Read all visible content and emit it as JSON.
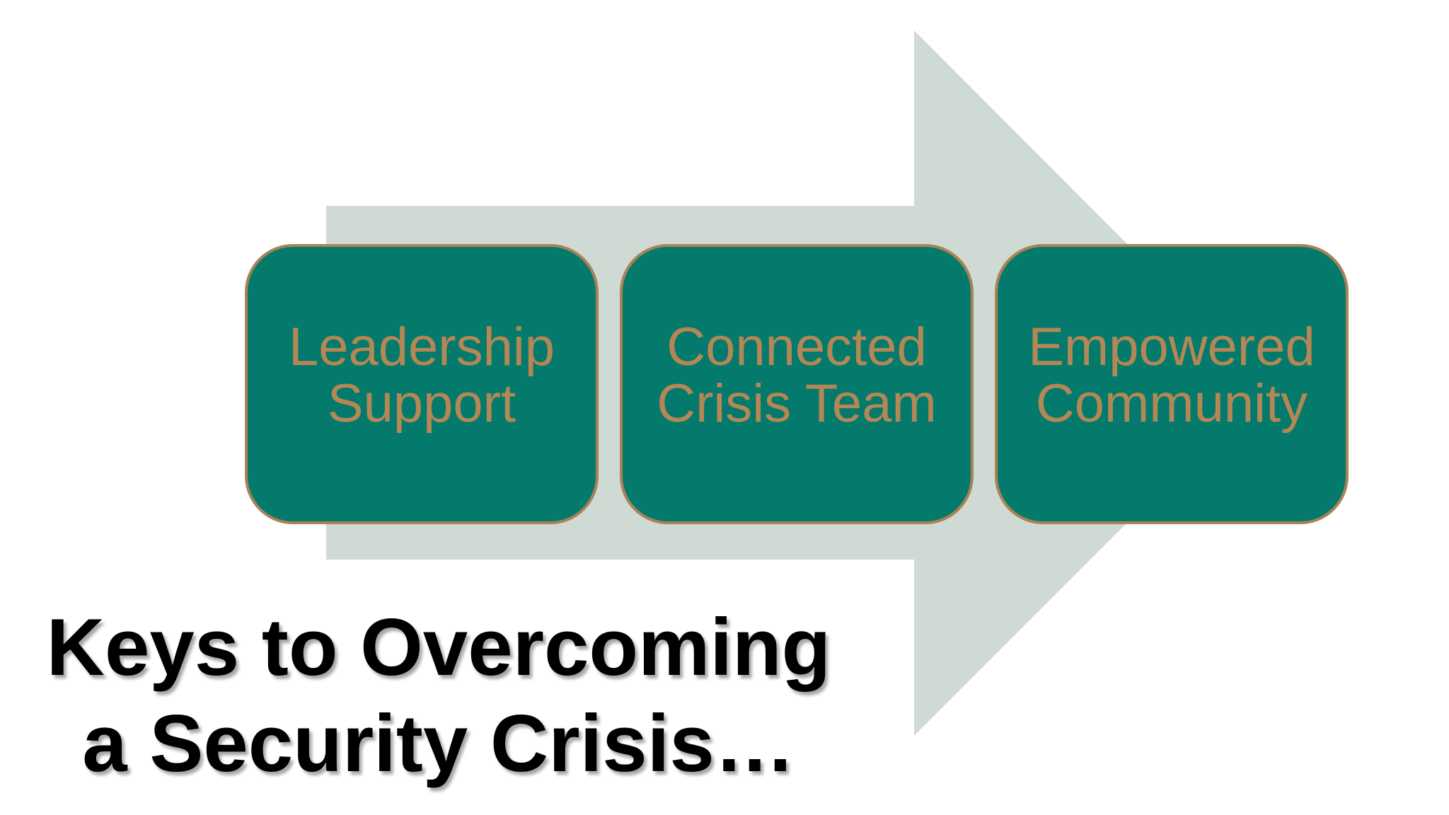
{
  "colors": {
    "arrow": "#cfdad5",
    "box_fill": "#047a6c",
    "box_border": "#a98255",
    "box_text": "#b48755",
    "title_text": "#000000"
  },
  "steps": [
    {
      "line1": "Leadership",
      "line2": "Support"
    },
    {
      "line1": "Connected",
      "line2": "Crisis Team"
    },
    {
      "line1": "Empowered",
      "line2": "Community"
    }
  ],
  "title": {
    "line1": "Keys to Overcoming",
    "line2": "a Security Crisis…"
  }
}
